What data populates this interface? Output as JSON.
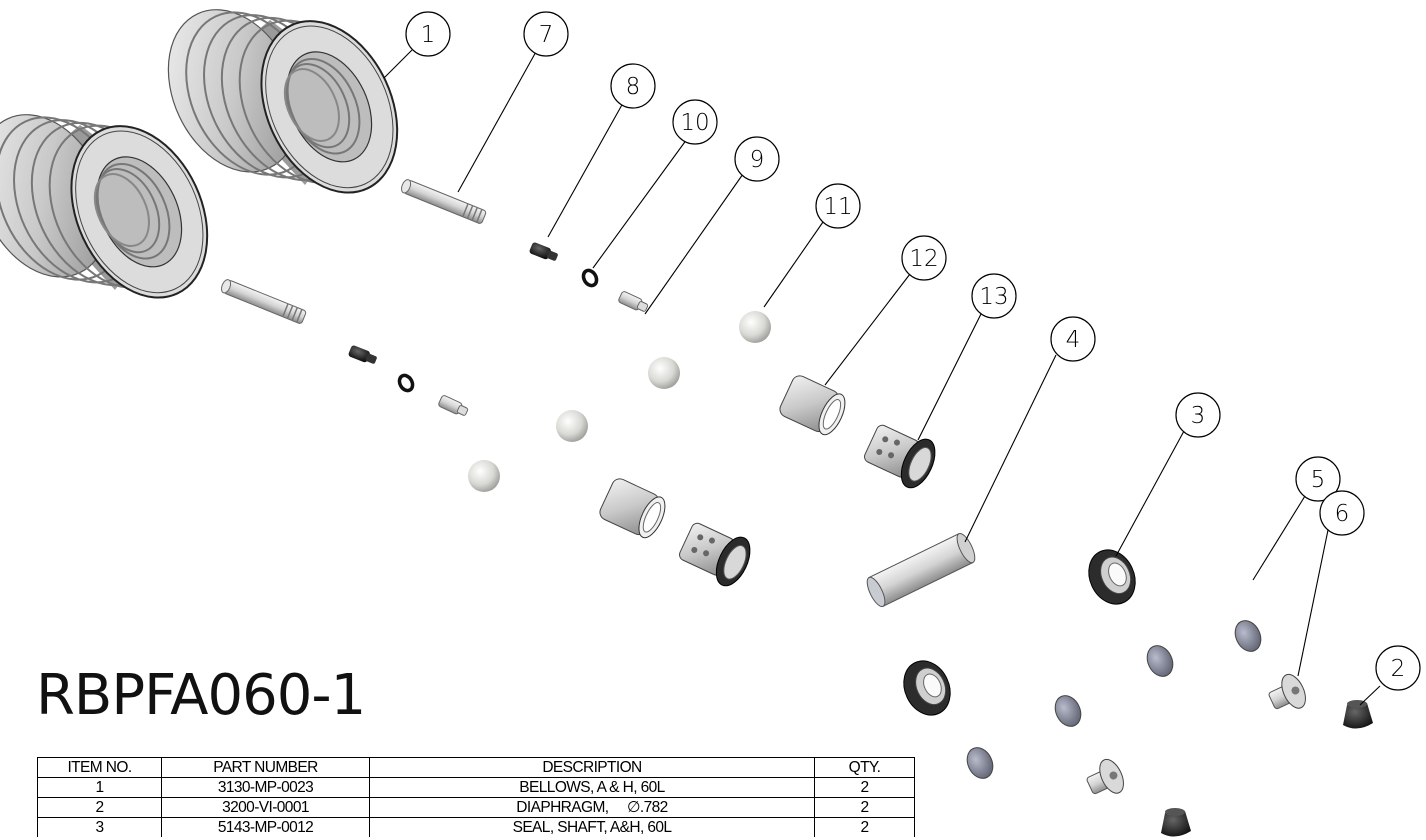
{
  "title": "RBPFA060-1",
  "callouts": [
    "1",
    "2",
    "3",
    "4",
    "5",
    "6",
    "7",
    "8",
    "9",
    "10",
    "11",
    "12",
    "13"
  ],
  "bom": {
    "headers": [
      "ITEM NO.",
      "PART NUMBER",
      "DESCRIPTION",
      "QTY."
    ],
    "rows": [
      [
        "1",
        "3130-MP-0023",
        "BELLOWS, A & H, 60L",
        "2"
      ],
      [
        "2",
        "3200-VI-0001",
        "DIAPHRAGM,     ∅.782",
        "2"
      ],
      [
        "3",
        "5143-MP-0012",
        "SEAL, SHAFT, A&H, 60L",
        "2"
      ]
    ]
  },
  "colors": {
    "line": "#000000",
    "part_metal": "#c8c8c8",
    "part_dark": "#2a2a2a",
    "background": "#ffffff"
  }
}
